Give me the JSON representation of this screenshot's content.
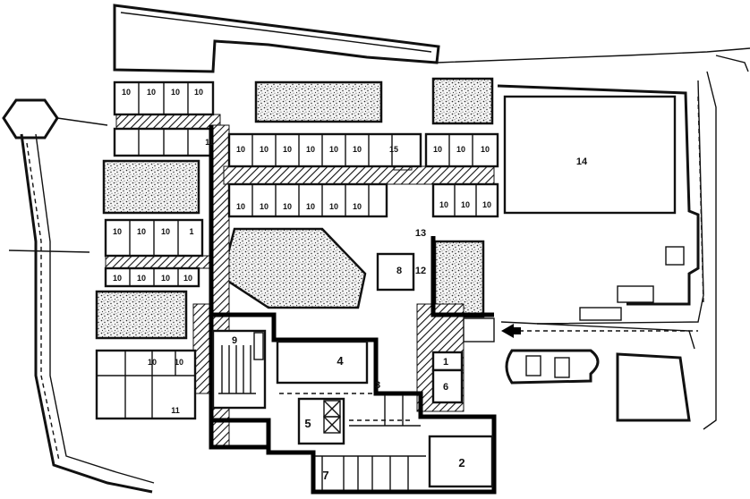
{
  "labels": {
    "unit": "10",
    "unit_short": "1",
    "block_11": "11",
    "r1": "1",
    "r2": "2",
    "r3": "3",
    "r4": "4",
    "r5": "5",
    "r6": "6",
    "r7": "7",
    "r8": "8",
    "r9": "9",
    "r12": "12",
    "r13": "13",
    "r14": "14",
    "r15": "15"
  },
  "colors": {
    "ink": "#111111",
    "paper": "#ffffff"
  },
  "icons": [
    "entrance-arrow-icon",
    "stair-icon",
    "elevator-cross-icon"
  ]
}
